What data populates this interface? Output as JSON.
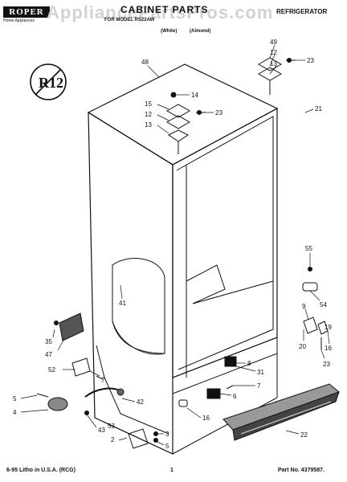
{
  "header": {
    "brand": "ROPER",
    "brand_sub": "Home Appliances",
    "title": "CABINET PARTS",
    "watermark": "AppliancePartsPros.com",
    "model_line": "FOR MODEL RS22AW",
    "colors": "(White) (Almond)",
    "appliance": "REFRIGERATOR"
  },
  "stamp": {
    "label": "R12"
  },
  "callouts": {
    "c48": "48",
    "c49": "49",
    "c12a": "12",
    "c13a": "13",
    "c23a": "23",
    "c14": "14",
    "c15": "15",
    "c12b": "12",
    "c13b": "13",
    "c23b": "23",
    "c21": "21",
    "c55": "55",
    "c54": "54",
    "c9": "9",
    "c19": "19",
    "c20": "20",
    "c16a": "16",
    "c23c": "23",
    "c41": "41",
    "c35": "35",
    "c47": "47",
    "c52": "52",
    "c7a": "7",
    "c8": "8",
    "c31": "31",
    "c6": "6",
    "c7b": "7",
    "c5a": "5",
    "c4": "4",
    "c42": "42",
    "c43": "43",
    "c53": "53",
    "c2": "2",
    "c3": "3",
    "c5b": "5",
    "c16b": "16",
    "c22": "22"
  },
  "footer": {
    "left": "6-95 Litho in U.S.A. (RCG)",
    "page": "1",
    "part": "Part No. 4379587."
  }
}
